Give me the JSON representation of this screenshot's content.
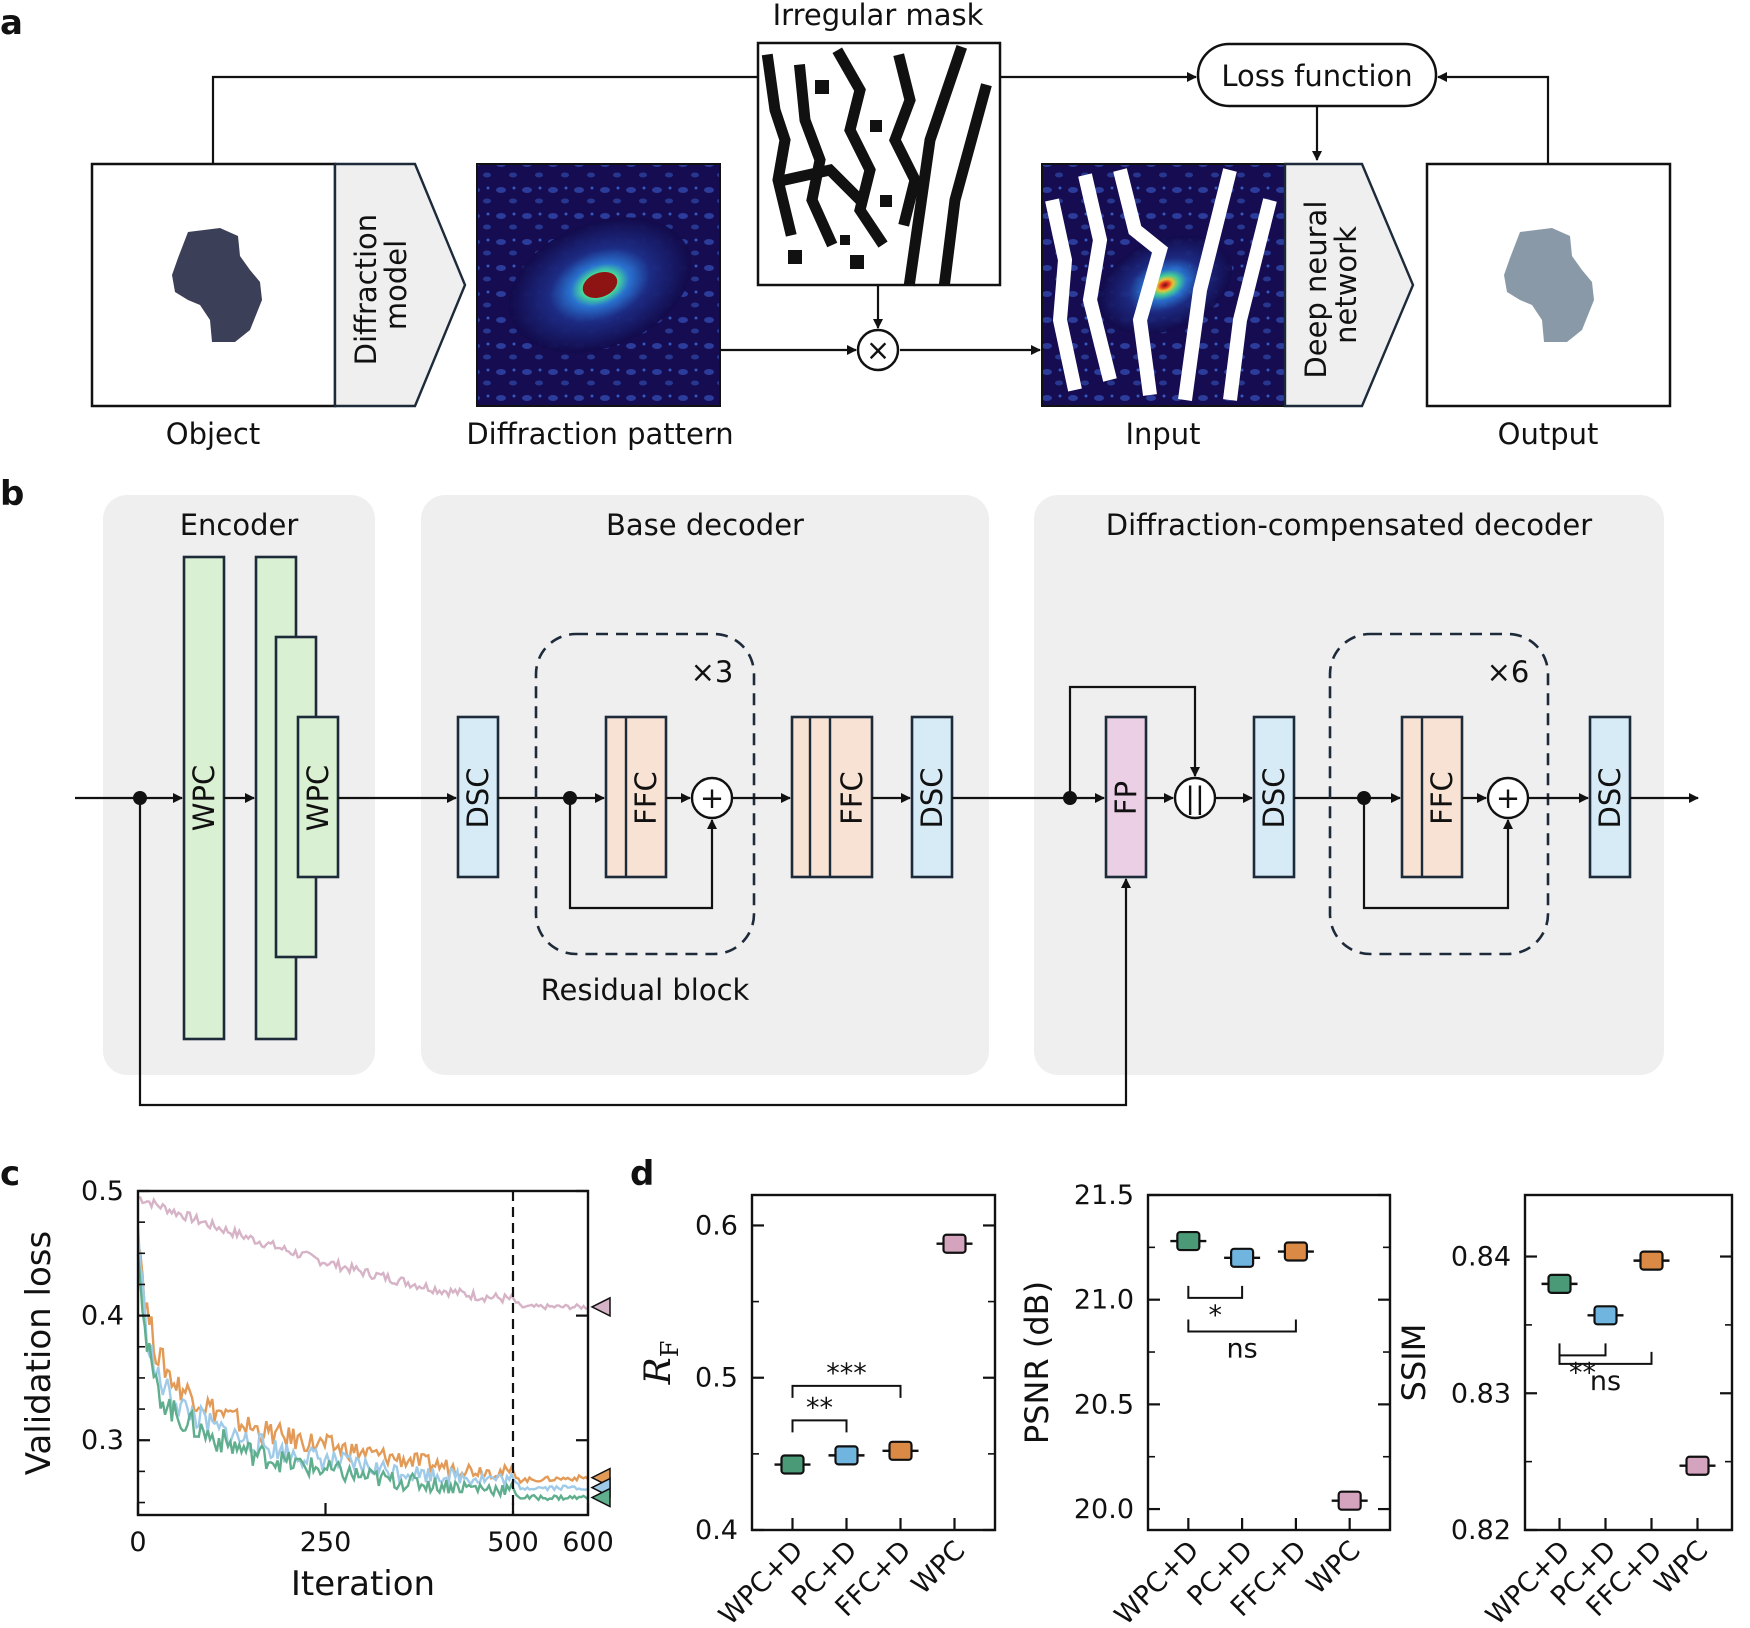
{
  "panels": [
    "a",
    "b",
    "c",
    "d"
  ],
  "a": {
    "object": "Object",
    "diffraction_model": [
      "Diffraction",
      "model"
    ],
    "diffraction_pattern": "Diffraction pattern",
    "irregular_mask": "Irregular mask",
    "multiply": "×",
    "input": "Input",
    "deep_neural_network": [
      "Deep neural",
      "network"
    ],
    "output": "Output",
    "loss_function": "Loss function"
  },
  "b": {
    "encoder": "Encoder",
    "base_decoder": "Base decoder",
    "dc_decoder": "Diffraction-compensated decoder",
    "wpc": "WPC",
    "dsc": "DSC",
    "ffc": "FFC",
    "fp": "FP",
    "add": "+",
    "concat": "||",
    "x3": "×3",
    "x6": "×6",
    "residual_block": "Residual block",
    "colors": {
      "wpc": "#daf0d2",
      "dsc": "#d7ebf6",
      "ffc": "#f8e2d4",
      "fp": "#ebcfe4",
      "group": "#efefef"
    }
  },
  "chart_data": [
    {
      "type": "line",
      "ylabel": "Validation loss",
      "xlabel": "Iteration",
      "xlim": [
        0,
        600
      ],
      "ylim": [
        0.24,
        0.5
      ],
      "x_ticks": [
        "0",
        "250",
        "500",
        "600"
      ],
      "y_ticks": [
        "0.3",
        "0.4",
        "0.5"
      ],
      "vline_x": 500,
      "series": [
        {
          "color": "#d6b3c6",
          "values_at": [
            [
              0,
              0.495
            ],
            [
              50,
              0.483
            ],
            [
              100,
              0.472
            ],
            [
              150,
              0.462
            ],
            [
              200,
              0.452
            ],
            [
              250,
              0.443
            ],
            [
              300,
              0.435
            ],
            [
              350,
              0.428
            ],
            [
              400,
              0.421
            ],
            [
              450,
              0.416
            ],
            [
              500,
              0.413
            ],
            [
              510,
              0.407
            ],
            [
              600,
              0.407
            ]
          ],
          "end": 0.407
        },
        {
          "color": "#e39a56",
          "values_at": [
            [
              0,
              0.47
            ],
            [
              10,
              0.41
            ],
            [
              25,
              0.37
            ],
            [
              50,
              0.345
            ],
            [
              100,
              0.325
            ],
            [
              150,
              0.31
            ],
            [
              200,
              0.302
            ],
            [
              250,
              0.296
            ],
            [
              300,
              0.29
            ],
            [
              350,
              0.285
            ],
            [
              400,
              0.28
            ],
            [
              450,
              0.276
            ],
            [
              500,
              0.274
            ],
            [
              510,
              0.268
            ],
            [
              600,
              0.27
            ]
          ],
          "end": 0.27
        },
        {
          "color": "#9fcbe8",
          "values_at": [
            [
              0,
              0.47
            ],
            [
              10,
              0.39
            ],
            [
              25,
              0.35
            ],
            [
              50,
              0.33
            ],
            [
              100,
              0.31
            ],
            [
              150,
              0.298
            ],
            [
              200,
              0.29
            ],
            [
              250,
              0.284
            ],
            [
              300,
              0.279
            ],
            [
              350,
              0.275
            ],
            [
              400,
              0.272
            ],
            [
              450,
              0.27
            ],
            [
              500,
              0.268
            ],
            [
              510,
              0.262
            ],
            [
              600,
              0.262
            ]
          ],
          "end": 0.262
        },
        {
          "color": "#5fae8d",
          "values_at": [
            [
              0,
              0.46
            ],
            [
              10,
              0.38
            ],
            [
              25,
              0.34
            ],
            [
              50,
              0.32
            ],
            [
              100,
              0.302
            ],
            [
              150,
              0.29
            ],
            [
              200,
              0.282
            ],
            [
              250,
              0.276
            ],
            [
              300,
              0.271
            ],
            [
              350,
              0.267
            ],
            [
              400,
              0.264
            ],
            [
              450,
              0.262
            ],
            [
              500,
              0.26
            ],
            [
              510,
              0.254
            ],
            [
              600,
              0.254
            ]
          ],
          "end": 0.254
        }
      ]
    },
    {
      "type": "scatter",
      "ylabel": "R_F",
      "ylim": [
        0.4,
        0.62
      ],
      "y_ticks": [
        "0.4",
        "0.5",
        "0.6"
      ],
      "categories": [
        "WPC+D",
        "PC+D",
        "FFC+D",
        "WPC"
      ],
      "values": [
        0.443,
        0.449,
        0.452,
        0.588
      ],
      "errors": [
        0.005,
        0.005,
        0.005,
        0.005
      ],
      "sig": [
        {
          "from": 0,
          "to": 1,
          "label": "**"
        },
        {
          "from": 0,
          "to": 2,
          "label": "***"
        }
      ]
    },
    {
      "type": "scatter",
      "ylabel": "PSNR (dB)",
      "ylim": [
        19.9,
        21.5
      ],
      "y_ticks": [
        "20.0",
        "20.5",
        "21.0",
        "21.5"
      ],
      "categories": [
        "WPC+D",
        "PC+D",
        "FFC+D",
        "WPC"
      ],
      "values": [
        21.28,
        21.2,
        21.23,
        20.04
      ],
      "errors": [
        0.04,
        0.04,
        0.04,
        0.04
      ],
      "sig": [
        {
          "from": 0,
          "to": 1,
          "label": "*"
        },
        {
          "from": 0,
          "to": 2,
          "label": "ns"
        }
      ]
    },
    {
      "type": "scatter",
      "ylabel": "SSIM",
      "ylim": [
        0.82,
        0.8445
      ],
      "y_ticks": [
        "0.82",
        "0.83",
        "0.84"
      ],
      "categories": [
        "WPC+D",
        "PC+D",
        "FFC+D",
        "WPC"
      ],
      "values": [
        0.838,
        0.8357,
        0.8397,
        0.8247
      ],
      "errors": [
        0.0007,
        0.0007,
        0.0007,
        0.0007
      ],
      "sig": [
        {
          "from": 0,
          "to": 1,
          "label": "**"
        },
        {
          "from": 0,
          "to": 2,
          "label": "ns"
        }
      ]
    }
  ],
  "marker_colors": [
    "#4a9a78",
    "#6fb5e0",
    "#db8a45",
    "#d4a3bd"
  ]
}
